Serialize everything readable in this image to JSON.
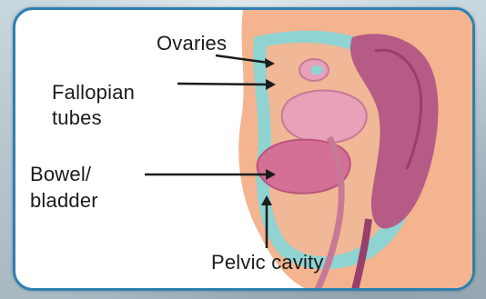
{
  "diagram": {
    "labels": {
      "ovaries": "Ovaries",
      "fallopian_line1": "Fallopian",
      "fallopian_line2": "tubes",
      "bowel_line1": "Bowel/",
      "bowel_line2": "bladder",
      "pelvic_cavity": "Pelvic cavity"
    },
    "colors": {
      "frame_border": "#2f7fb0",
      "skin": "#f3b48f",
      "cavity_teal": "#8fd3d3",
      "organ_purple": "#b65a86",
      "organ_pink": "#e7a1b9",
      "arrow": "#1b1b1b"
    }
  }
}
